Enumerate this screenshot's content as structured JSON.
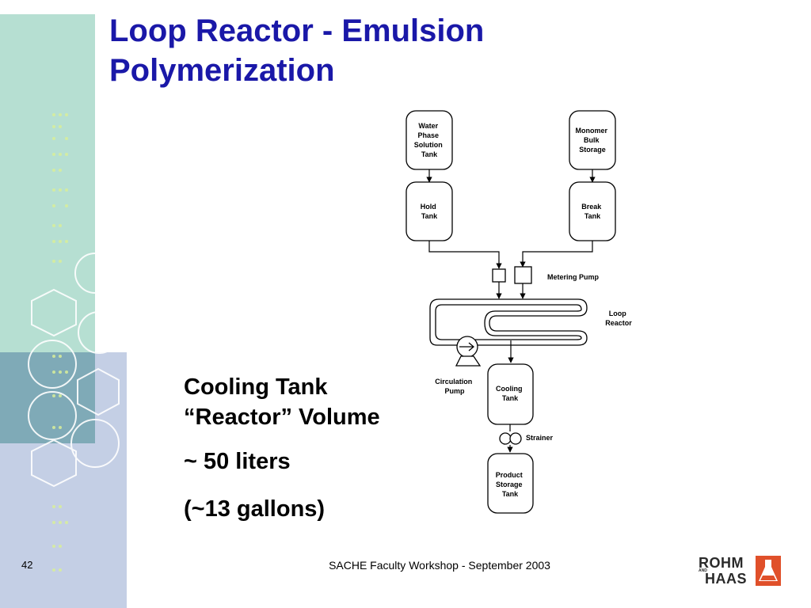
{
  "slide": {
    "title_line1": "Loop Reactor - Emulsion",
    "title_line2": "Polymerization",
    "bullets": {
      "cooling_line1": "Cooling Tank",
      "cooling_line2": "“Reactor” Volume",
      "volume_liters": "~ 50 liters",
      "volume_gallons": "(~13 gallons)"
    },
    "footer": {
      "page_number": "42",
      "workshop": "SACHE Faculty Workshop - September 2003"
    },
    "logo": {
      "line1": "ROHM",
      "line2": "HAAS",
      "and": "AND"
    }
  },
  "diagram": {
    "water_tank": [
      "Water",
      "Phase",
      "Solution",
      "Tank"
    ],
    "monomer_tank": [
      "Monomer",
      "Bulk",
      "Storage"
    ],
    "hold_tank": [
      "Hold",
      "Tank"
    ],
    "break_tank": [
      "Break",
      "Tank"
    ],
    "metering_pump": "Metering Pump",
    "loop_reactor": [
      "Loop",
      "Reactor"
    ],
    "circulation_pump": [
      "Circulation",
      "Pump"
    ],
    "cooling_tank": [
      "Cooling",
      "Tank"
    ],
    "strainer": "Strainer",
    "product_tank": [
      "Product",
      "Storage",
      "Tank"
    ]
  },
  "colors": {
    "title": "#1a18a8",
    "teal": "#b6dfd2",
    "steel": "#7faab7",
    "lavender": "#c4cfe5",
    "logo_accent": "#e0502a"
  }
}
